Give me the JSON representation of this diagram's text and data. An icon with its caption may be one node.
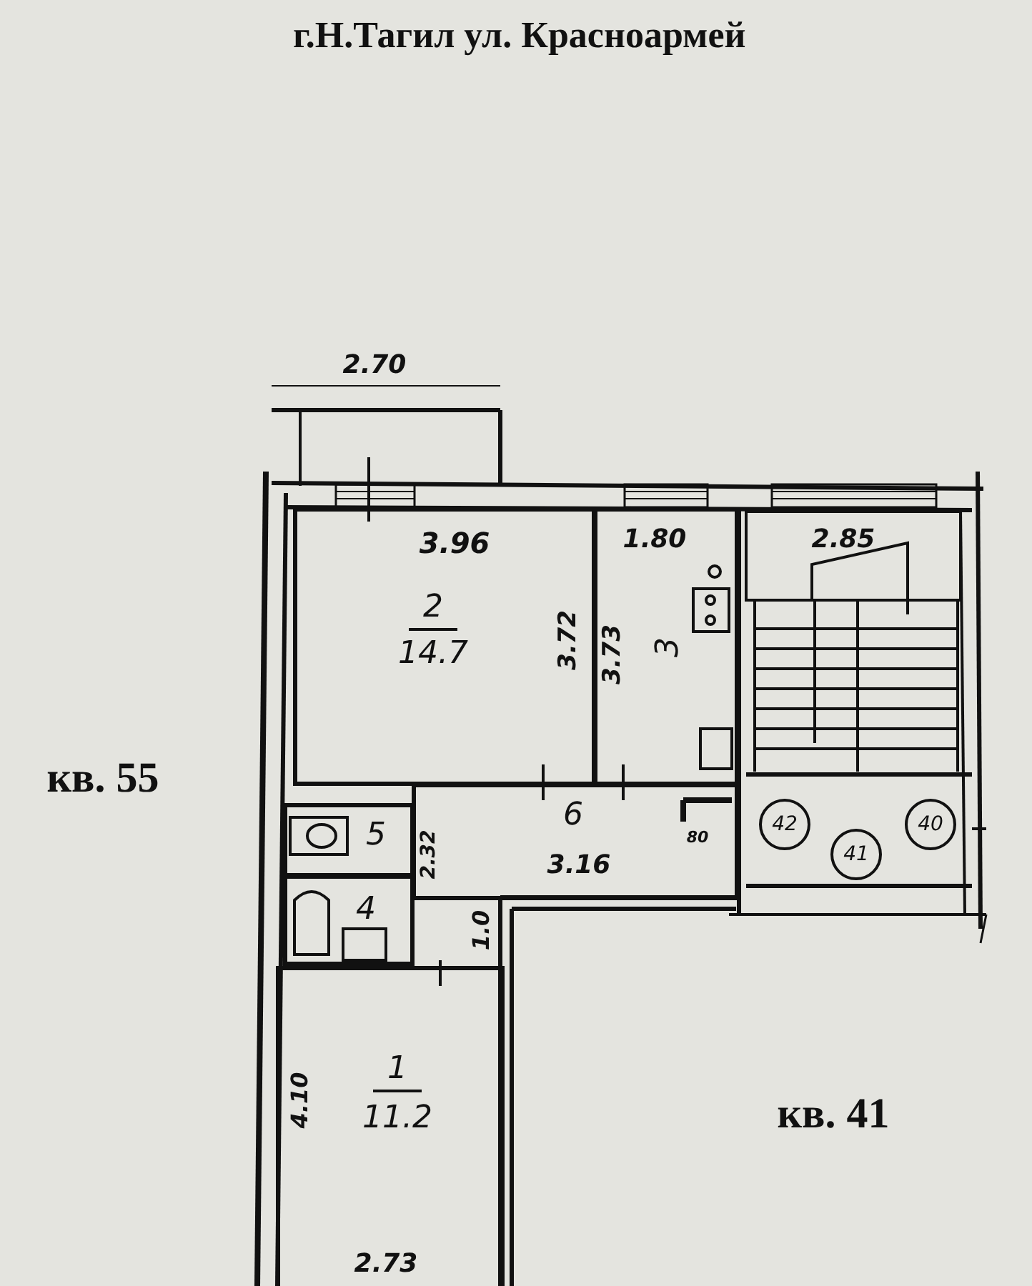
{
  "diagram": {
    "title": "г.Н.Тагил ул. Красноармей",
    "nodes": [
      {
        "text": [
          "2",
          "14.7"
        ]
      },
      {
        "text": [
          "3"
        ]
      },
      {
        "text": [
          "5"
        ]
      },
      {
        "text": [
          "4"
        ]
      },
      {
        "text": [
          "6"
        ]
      },
      {
        "text": [
          "1",
          "11.2"
        ]
      },
      {
        "text": [
          "42"
        ]
      },
      {
        "text": [
          "41"
        ]
      },
      {
        "text": [
          "40"
        ]
      }
    ],
    "labels": [
      "2.70",
      "3.96",
      "1.80",
      "2.85",
      "3.72",
      "3.73",
      "кв. 55",
      "2.32",
      "80",
      "3.16",
      "1.0",
      "4.10",
      "кв. 41",
      "2.73"
    ]
  }
}
